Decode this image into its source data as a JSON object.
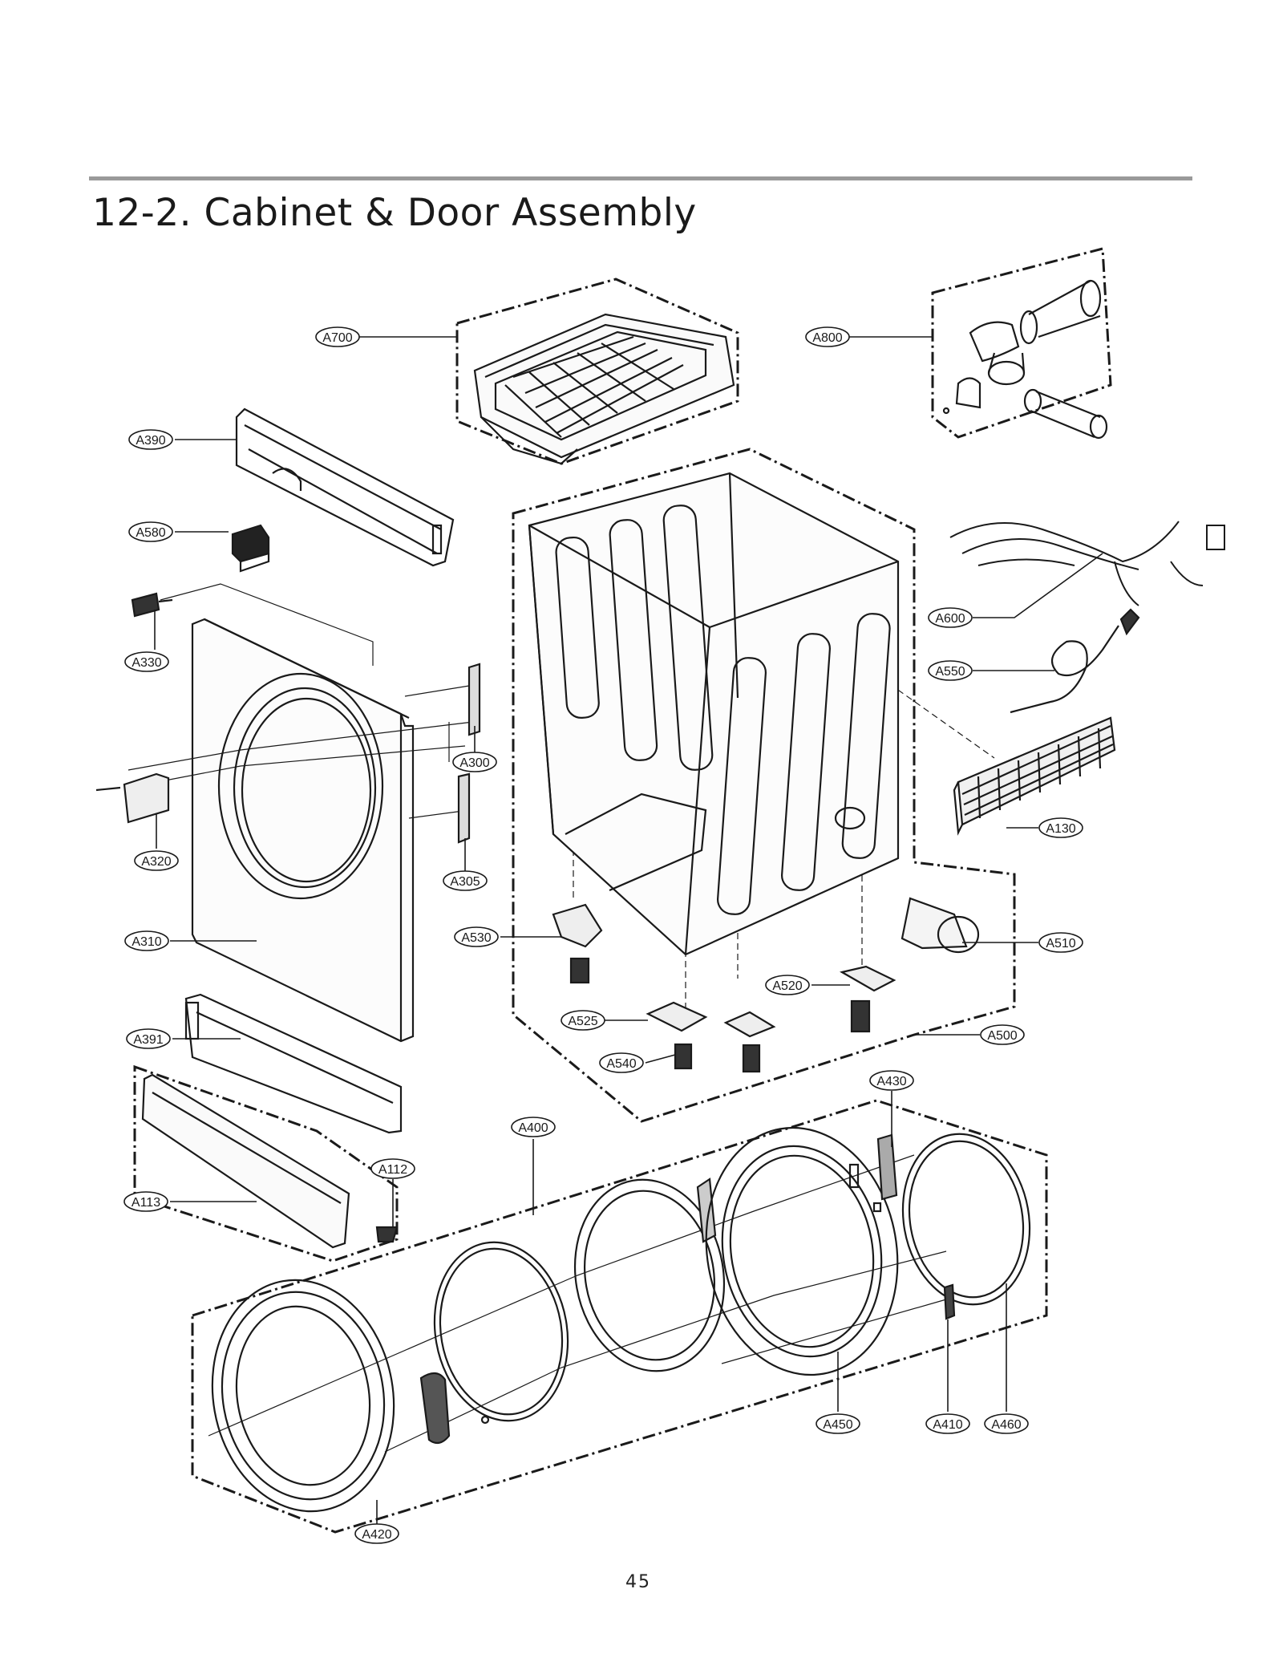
{
  "page": {
    "title": "12-2. Cabinet & Door Assembly",
    "page_number": "45"
  },
  "parts": [
    {
      "code": "A700"
    },
    {
      "code": "A800"
    },
    {
      "code": "A390"
    },
    {
      "code": "A580"
    },
    {
      "code": "A330"
    },
    {
      "code": "A600"
    },
    {
      "code": "A550"
    },
    {
      "code": "A300"
    },
    {
      "code": "A320"
    },
    {
      "code": "A305"
    },
    {
      "code": "A130"
    },
    {
      "code": "A310"
    },
    {
      "code": "A530"
    },
    {
      "code": "A510"
    },
    {
      "code": "A520"
    },
    {
      "code": "A391"
    },
    {
      "code": "A525"
    },
    {
      "code": "A500"
    },
    {
      "code": "A540"
    },
    {
      "code": "A430"
    },
    {
      "code": "A400"
    },
    {
      "code": "A112"
    },
    {
      "code": "A113"
    },
    {
      "code": "A450"
    },
    {
      "code": "A410"
    },
    {
      "code": "A460"
    },
    {
      "code": "A420"
    }
  ],
  "colors": {
    "line": "#1a1a1a",
    "rule": "#9a9a9a",
    "background": "#ffffff"
  }
}
